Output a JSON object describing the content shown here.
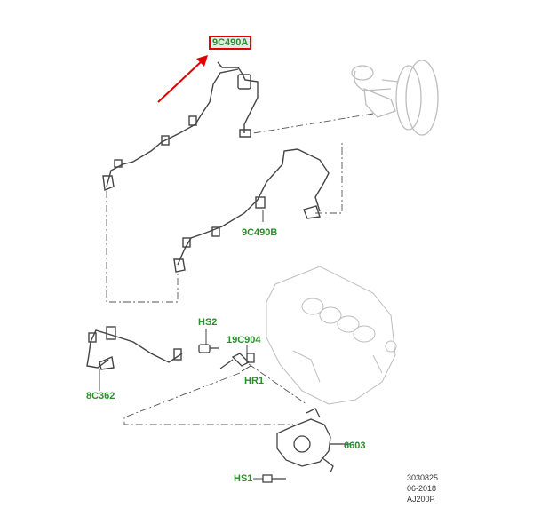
{
  "callouts": {
    "top": "9C490A",
    "mid": "9C490B",
    "hs2": "HS2",
    "c904": "19C904",
    "hr1": "HR1",
    "c362": "8C362",
    "p6603": "6603",
    "hs1": "HS1"
  },
  "reference": {
    "number": "3030825",
    "date": "06-2018",
    "code": "AJ200P"
  },
  "colors": {
    "callout_text": "#2e8b2e",
    "highlight_border": "#e00000",
    "arrow": "#e00000",
    "line_art": "#444444",
    "ghost_art": "#bdbdbd"
  }
}
